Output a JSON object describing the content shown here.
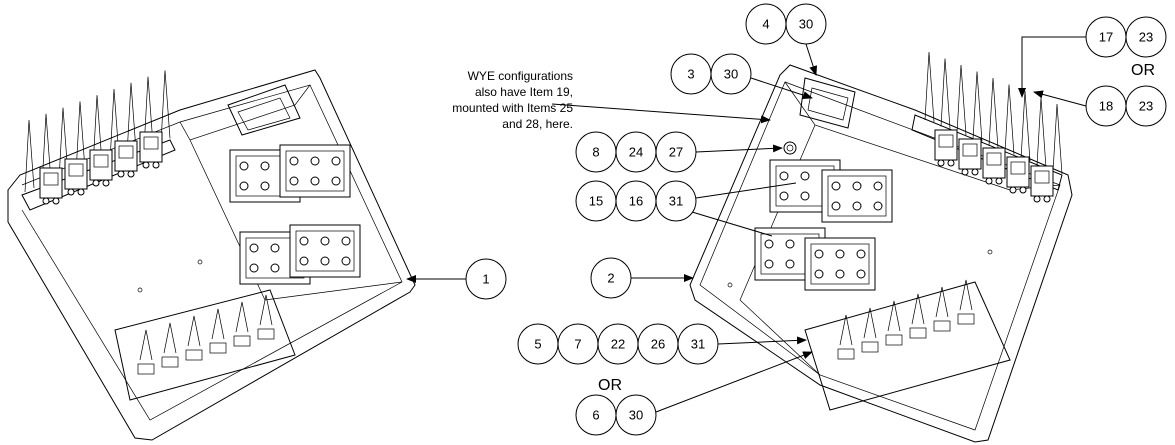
{
  "note": {
    "lines": [
      "WYE configurations",
      "also have Item 19,",
      "mounted with Items 25",
      "and 28, here."
    ]
  },
  "or_labels": [
    "OR",
    "OR"
  ],
  "callouts": {
    "c1": [
      "1"
    ],
    "c2": [
      "2"
    ],
    "c4_30": [
      "4",
      "30"
    ],
    "c3_30": [
      "3",
      "30"
    ],
    "c17_23": [
      "17",
      "23"
    ],
    "c18_23": [
      "18",
      "23"
    ],
    "c8_24_27": [
      "8",
      "24",
      "27"
    ],
    "c15_16_31": [
      "15",
      "16",
      "31"
    ],
    "c5_7_22_26_31": [
      "5",
      "7",
      "22",
      "26",
      "31"
    ],
    "c6_30": [
      "6",
      "30"
    ]
  }
}
